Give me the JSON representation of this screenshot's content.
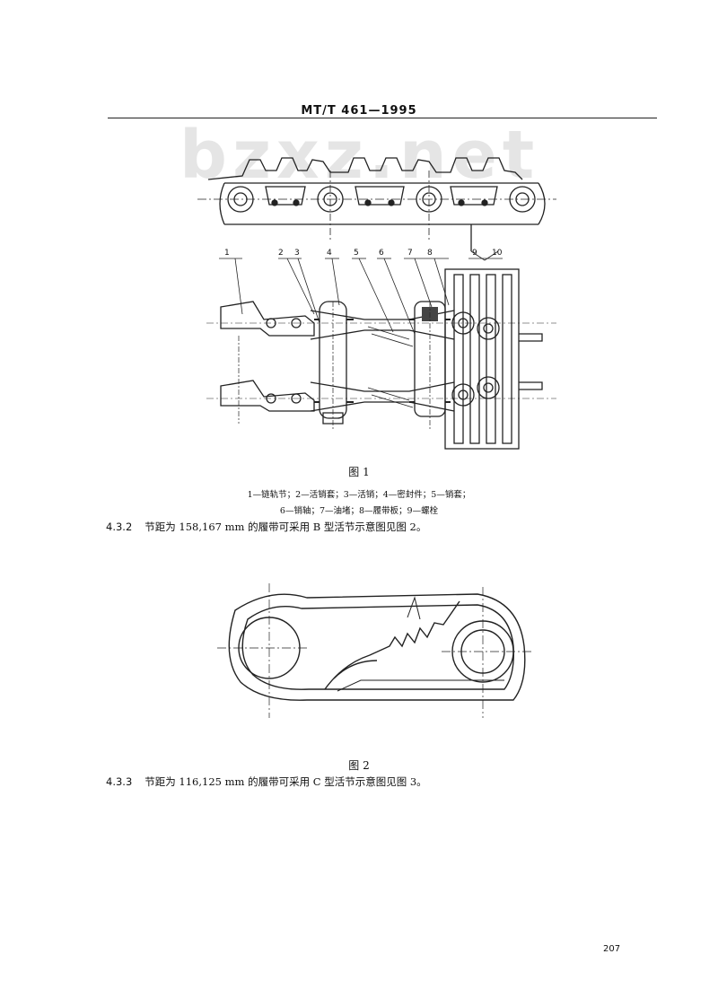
{
  "header": {
    "standard": "MT/T 461—1995"
  },
  "watermark": "bzxz.net",
  "figure1": {
    "caption": "图 1",
    "legend_line1": "1—链轨节；2—活销套；3—活销；4—密封件；5—销套；",
    "legend_line2": "6—销轴；7—油堵；8—履带板；9—螺栓",
    "part_labels": [
      "1",
      "2",
      "3",
      "4",
      "5",
      "6",
      "7",
      "8",
      "9",
      "10"
    ]
  },
  "para_4_3_2": {
    "number": "4.3.2",
    "text": "节距为 158,167 mm 的履带可采用 B 型活节示意图见图 2。"
  },
  "figure2": {
    "caption": "图 2"
  },
  "para_4_3_3": {
    "number": "4.3.3",
    "text": "节距为 116,125 mm 的履带可采用 C 型活节示意图见图 3。"
  },
  "page_number": "207"
}
